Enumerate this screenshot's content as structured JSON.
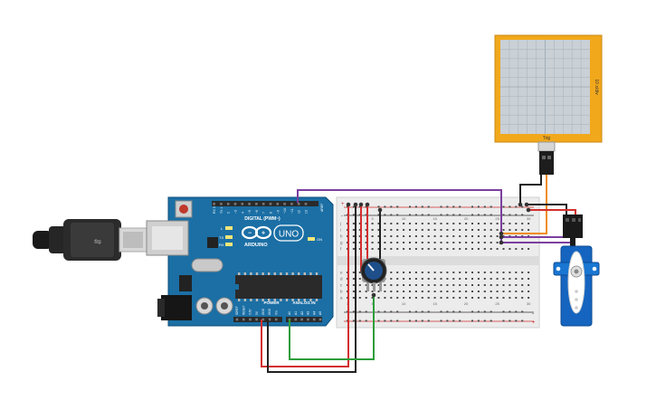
{
  "arduino": {
    "logo_text": "ARDUINO",
    "model_text": "UNO",
    "digital_label": "DIGITAL (PWM~)",
    "power_label": "POWER",
    "analog_label": "ANALOG IN",
    "aref_label": "AREF",
    "gnd_label": "GND",
    "tx_label": "TX",
    "rx_label": "RX",
    "on_label": "ON",
    "l_label": "L",
    "digital_pins": [
      "13",
      "12",
      "~11",
      "~10",
      "~9",
      "8",
      "7",
      "~6",
      "~5",
      "4",
      "~3",
      "2",
      "TX 1",
      "RX 0"
    ],
    "power_pins": [
      "IOREF",
      "RESET",
      "3.3V",
      "5V",
      "GND",
      "GND",
      "Vin"
    ],
    "analog_pins": [
      "A0",
      "A1",
      "A2",
      "A3",
      "A4",
      "A5"
    ]
  },
  "breadboard": {
    "column_labels": [
      "1",
      "5",
      "10",
      "15",
      "20",
      "25",
      "30"
    ],
    "row_labels_top": [
      "j",
      "i",
      "h",
      "g",
      "f"
    ],
    "row_labels_bottom": [
      "e",
      "d",
      "c",
      "b",
      "a"
    ],
    "rail_plus": "+",
    "rail_minus": "-"
  },
  "oscilloscope": {
    "side_label": "10 s/div",
    "probe_label": "Trig"
  },
  "colors": {
    "board_blue": "#1b6fa5",
    "wire_red": "#d32f2f",
    "wire_black": "#222222",
    "wire_green": "#2e9d3a",
    "wire_purple": "#7b3fa0",
    "wire_orange": "#f08c1a",
    "scope_frame": "#f2a81b",
    "servo_blue": "#1565c0"
  }
}
